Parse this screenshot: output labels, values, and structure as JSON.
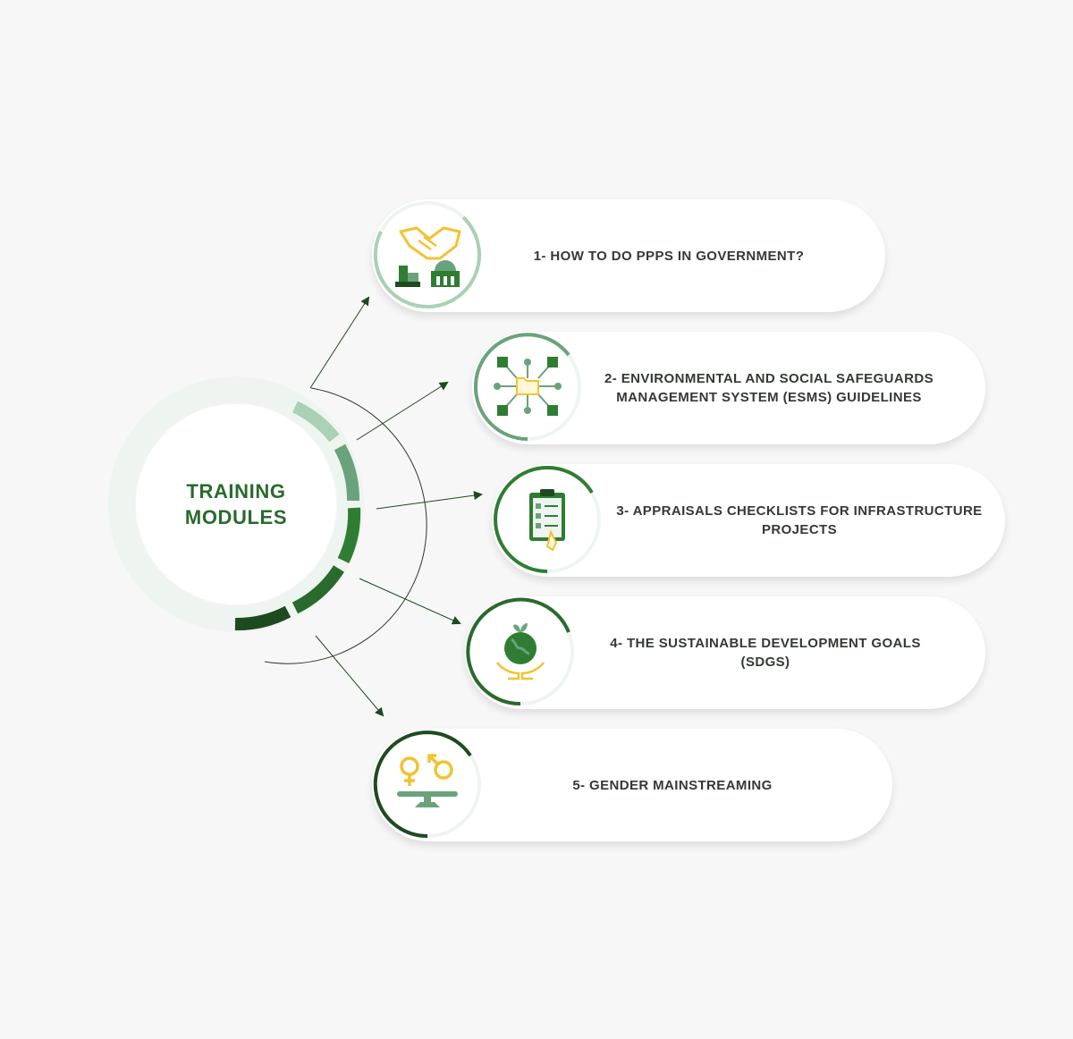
{
  "hub": {
    "title_line1": "TRAINING",
    "title_line2": "MODULES"
  },
  "colors": {
    "dark_green": "#1e4a1f",
    "green": "#2f7d32",
    "mid_green": "#6aa37b",
    "light_green": "#a9d1b4",
    "pale_green": "#eef5f0",
    "gold": "#f2c230",
    "text": "#333a33"
  },
  "modules": [
    {
      "lines": [
        "1- HOW TO DO PPPS IN GOVERNMENT?"
      ],
      "icon": "handshake-buildings-icon"
    },
    {
      "lines": [
        "2- ENVIRONMENTAL AND SOCIAL SAFEGUARDS",
        "MANAGEMENT SYSTEM (ESMS) GUIDELINES"
      ],
      "icon": "network-folder-icon"
    },
    {
      "lines": [
        "3- APPRAISALS CHECKLISTS FOR INFRASTRUCTURE",
        "PROJECTS"
      ],
      "icon": "clipboard-checklist-icon"
    },
    {
      "lines": [
        "4- THE SUSTAINABLE DEVELOPMENT GOALS",
        "(SDGS)"
      ],
      "icon": "globe-hands-icon"
    },
    {
      "lines": [
        "5- GENDER MAINSTREAMING"
      ],
      "icon": "gender-scale-icon"
    }
  ]
}
